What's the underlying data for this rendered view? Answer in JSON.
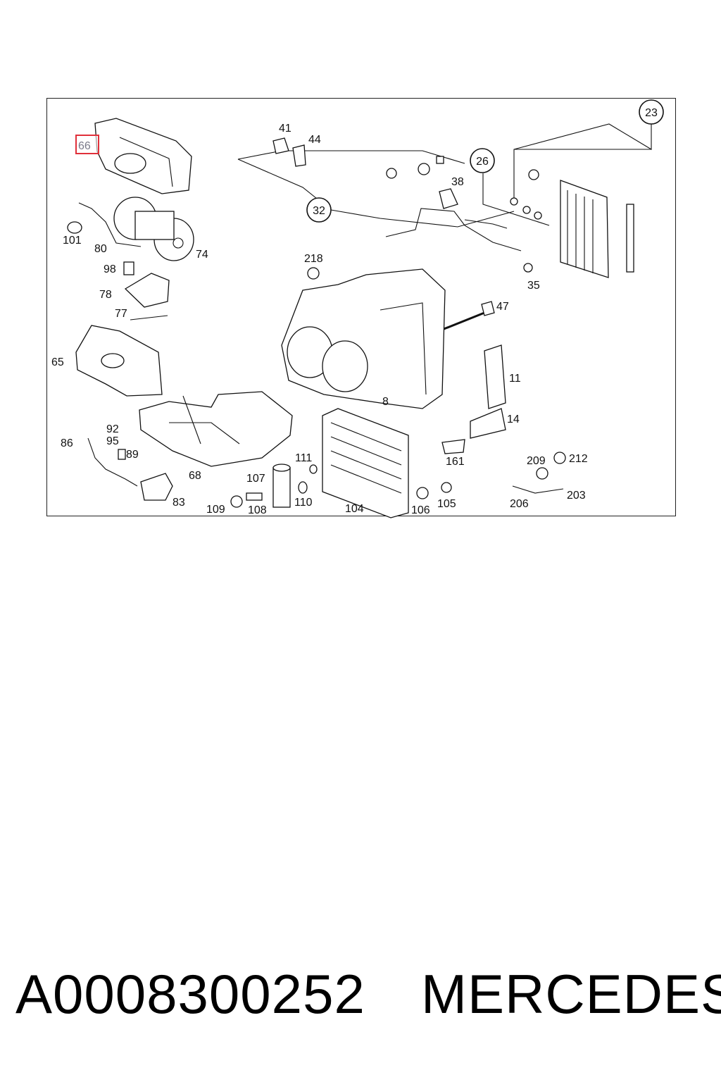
{
  "diagram": {
    "highlighted_part": "66",
    "callouts_circled": [
      "23",
      "26",
      "32"
    ],
    "labels": [
      "41",
      "44",
      "38",
      "35",
      "101",
      "80",
      "74",
      "98",
      "78",
      "77",
      "218",
      "47",
      "65",
      "11",
      "8",
      "14",
      "92",
      "95",
      "86",
      "89",
      "111",
      "68",
      "107",
      "161",
      "209",
      "212",
      "83",
      "109",
      "108",
      "110",
      "104",
      "106",
      "105",
      "206",
      "203"
    ]
  },
  "footer": {
    "part_number": "A0008300252",
    "brand": "MERCEDES"
  }
}
